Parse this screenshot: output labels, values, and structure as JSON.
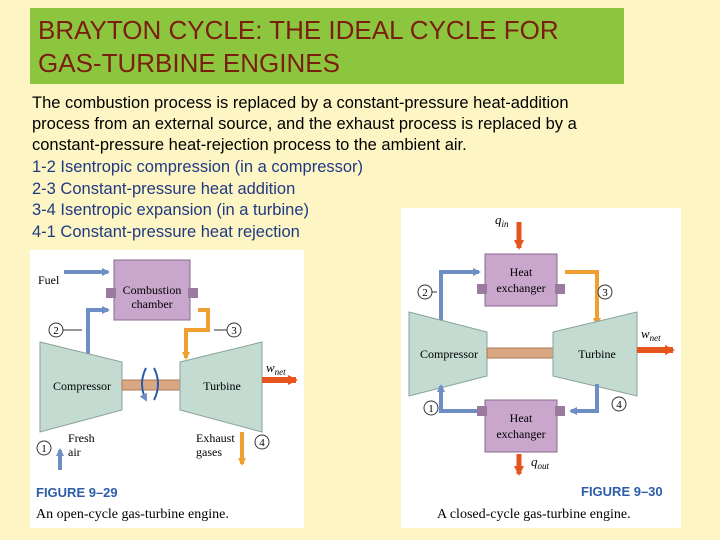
{
  "slide": {
    "title_line1": "BRAYTON CYCLE: THE IDEAL CYCLE FOR",
    "title_line2": "GAS-TURBINE ENGINES",
    "intro_line1": "The combustion process is replaced by a constant-pressure heat-addition",
    "intro_line2": "process from an external source, and the exhaust process is replaced by a",
    "intro_line3": "constant-pressure heat-rejection process to the ambient air.",
    "steps": [
      "1-2 Isentropic compression (in a compressor)",
      "2-3 Constant-pressure heat addition",
      "3-4 Isentropic expansion (in a turbine)",
      "4-1 Constant-pressure heat rejection"
    ]
  },
  "colors": {
    "title_bg": "#8cc63f",
    "title_text": "#7a1f0e",
    "steps_text": "#1f3a82",
    "component_fill": "#c3dbd0",
    "chamber_fill": "#c9a6cc",
    "cold_arrow": "#6f8fc4",
    "hot_arrow": "#f0a030",
    "work_arrow": "#e8541e",
    "caption_head": "#2d5ca8"
  },
  "figure_open": {
    "fuel": "Fuel",
    "chamber_line1": "Combustion",
    "chamber_line2": "chamber",
    "compressor": "Compressor",
    "turbine": "Turbine",
    "w": "w",
    "w_sub": "net",
    "fresh_air_line1": "Fresh",
    "fresh_air_line2": "air",
    "exhaust_line1": "Exhaust",
    "exhaust_line2": "gases",
    "state1": "1",
    "state2": "2",
    "state3": "3",
    "state4": "4",
    "caption_head": "FIGURE 9–29",
    "caption": "An open-cycle gas-turbine engine."
  },
  "figure_closed": {
    "q_in": "q",
    "q_in_sub": "in",
    "hx_top_line1": "Heat",
    "hx_top_line2": "exchanger",
    "hx_bottom_line1": "Heat",
    "hx_bottom_line2": "exchanger",
    "compressor": "Compressor",
    "turbine": "Turbine",
    "w": "w",
    "w_sub": "net",
    "q_out": "q",
    "q_out_sub": "out",
    "state1": "1",
    "state2": "2",
    "state3": "3",
    "state4": "4",
    "caption_head": "FIGURE 9–30",
    "caption": "A closed-cycle gas-turbine engine."
  }
}
